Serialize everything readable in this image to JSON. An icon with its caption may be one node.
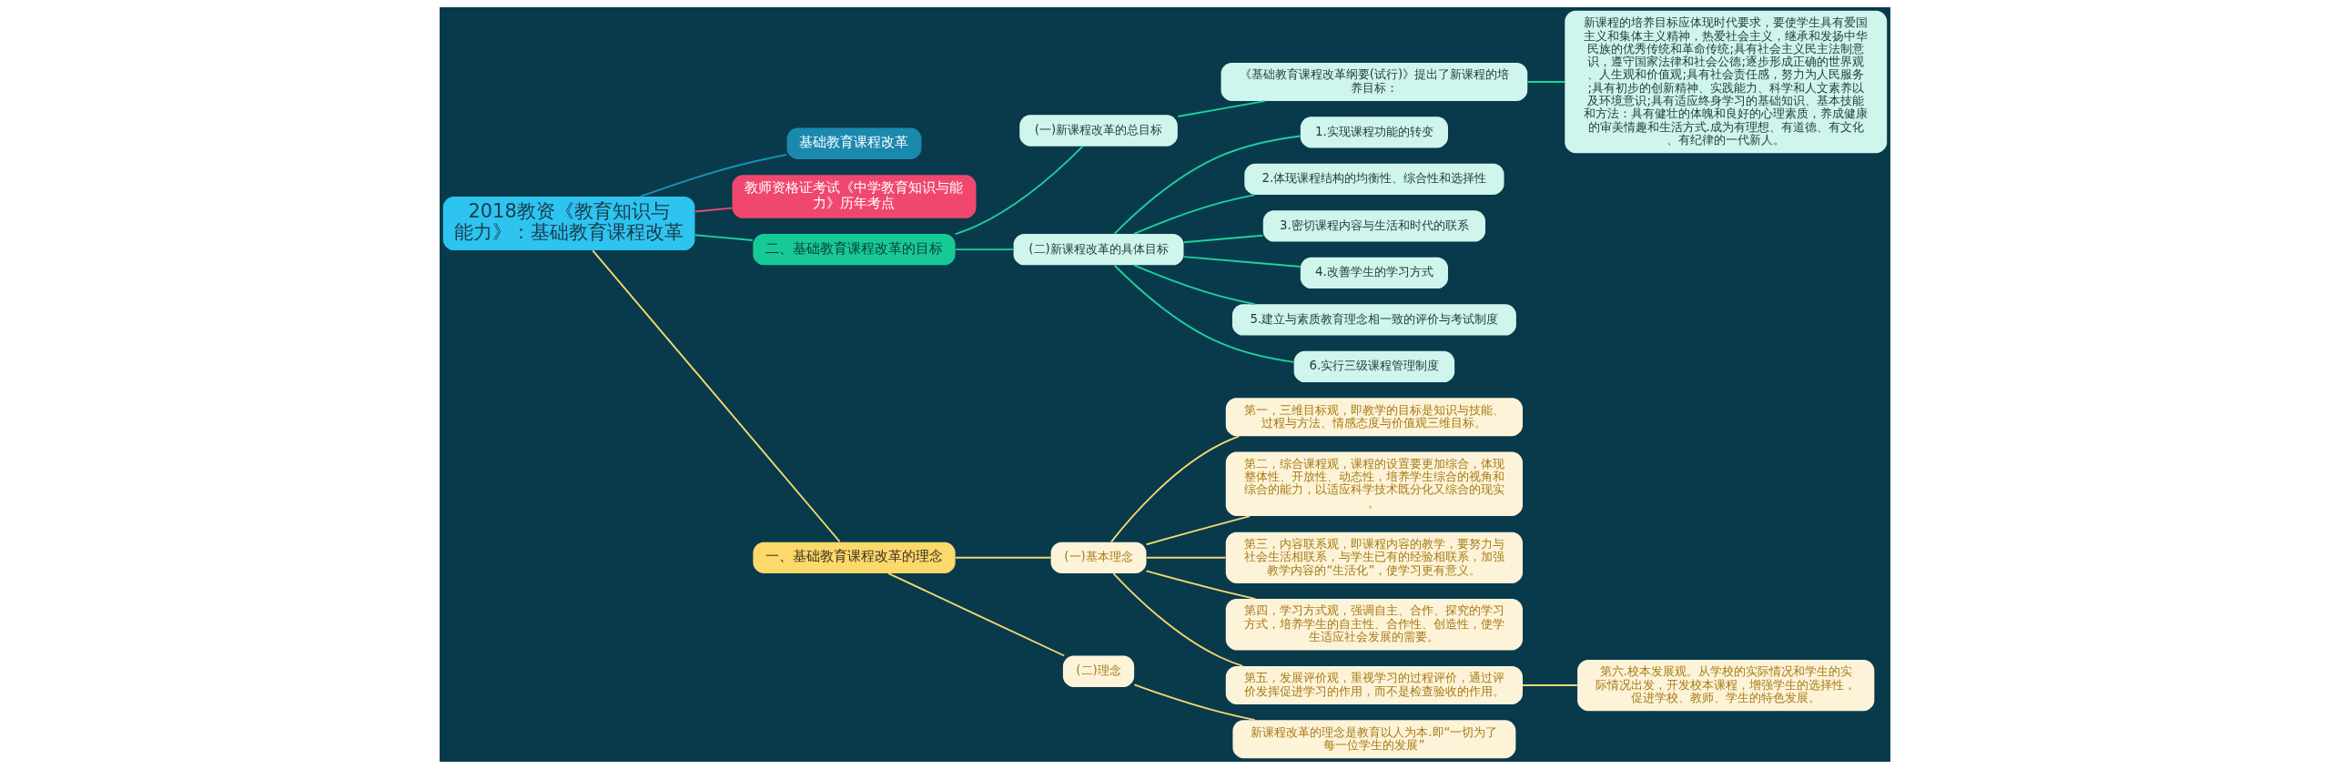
{
  "diagram": {
    "nodes": [
      {
        "text": [
          "2018教资《教育知识与能力》：基础教育课程改革"
        ]
      },
      {
        "text": [
          "基础教育课程改革"
        ]
      },
      {
        "text": [
          "教师资格证考试《中学教育知识与能力》历年考点"
        ]
      },
      {
        "text": [
          "二、基础教育课程改革的目标"
        ]
      },
      {
        "text": [
          "(一)新课程改革的总目标"
        ]
      },
      {
        "text": [
          "《基础教育课程改革纲要(试行)》提出了新课程的培养目标："
        ]
      },
      {
        "text": [
          "新课程的培养目标应体现时代要求，要使学生具有爱国主义和集体主义精神，热爱社会主义，继承和发扬中华民族的优秀传统和革命传统;具有社会主义民主法制意识，遵守国家法律和社会公德;逐步形成正确的世界观、人生观和价值观;具有社会责任感，努力为人民服务;具有初步的创新精神、实践能力、科学和人文素养以及环境意识;具有适应终身学习的基础知识、基本技能和方法：具有健壮的体魄和良好的心理素质，养成健康的审美情趣和生活方式.成为有理想、有道德、有文化、有纪律的一代新人。"
        ]
      },
      {
        "text": [
          "(二)新课程改革的具体目标"
        ]
      },
      {
        "text": [
          "1.实现课程功能的转变"
        ]
      },
      {
        "text": [
          "2.体现课程结构的均衡性、综合性和选择性"
        ]
      },
      {
        "text": [
          "3.密切课程内容与生活和时代的联系"
        ]
      },
      {
        "text": [
          "4.改善学生的学习方式"
        ]
      },
      {
        "text": [
          "5.建立与素质教育理念相一致的评价与考试制度"
        ]
      },
      {
        "text": [
          "6.实行三级课程管理制度"
        ]
      },
      {
        "text": [
          "一、基础教育课程改革的理念"
        ]
      },
      {
        "text": [
          "(一)基本理念"
        ]
      },
      {
        "text": [
          "第一，三维目标观，即教学的目标是知识与技能、过程与方法、情感态度与价值观三维目标。"
        ]
      },
      {
        "text": [
          "第二，综合课程观，课程的设置要更加综合，体现整体性、开放性、动态性，培养学生综合的视角和综合的能力，以适应科学技术既分化又综合的现实。"
        ]
      },
      {
        "text": [
          "第三，内容联系观，即课程内容的教学，要努力与社会生活相联系，与学生已有的经验相联系，加强教学内容的“生活化”，使学习更有意义。"
        ]
      },
      {
        "text": [
          "第四，学习方式观，强调自主、合作、探究的学习方式，培养学生的自主性、合作性、创造性，使学生适应社会发展的需要。"
        ]
      },
      {
        "text": [
          "第五，发展评价观，重视学习的过程评价，通过评价发挥促进学习的作用，而不是检查验收的作用。"
        ]
      },
      {
        "text": [
          "第六.校本发展观。从学校的实际情况和学生的实际情况出发，开发校本课程，增强学生的选择性，促进学校、教师、学生的特色发展。"
        ]
      },
      {
        "text": [
          "(二)理念"
        ]
      },
      {
        "text": [
          "新课程改革的理念是教育以人为本.即“一切为了每一位学生的发展”"
        ]
      }
    ],
    "edges": [
      {
        "from": 0,
        "to": 1,
        "arrow": "none",
        "color": "#1b8fb5"
      },
      {
        "from": 0,
        "to": 2,
        "arrow": "none",
        "color": "#f0476f"
      },
      {
        "from": 0,
        "to": 3,
        "arrow": "none"
      },
      {
        "from": 3,
        "to": 4,
        "arrow": "none"
      },
      {
        "from": 4,
        "to": 5,
        "arrow": "none"
      },
      {
        "from": 5,
        "to": 6,
        "arrow": "none"
      },
      {
        "from": 3,
        "to": 7,
        "arrow": "none"
      },
      {
        "from": 7,
        "to": 8,
        "arrow": "none"
      },
      {
        "from": 7,
        "to": 9,
        "arrow": "none"
      },
      {
        "from": 7,
        "to": 10,
        "arrow": "none"
      },
      {
        "from": 7,
        "to": 11,
        "arrow": "none"
      },
      {
        "from": 7,
        "to": 12,
        "arrow": "none"
      },
      {
        "from": 7,
        "to": 13,
        "arrow": "none"
      },
      {
        "from": 0,
        "to": 14,
        "arrow": "none",
        "color": "#f5d76e"
      },
      {
        "from": 14,
        "to": 15,
        "arrow": "none",
        "color": "#f5d76e"
      },
      {
        "from": 15,
        "to": 16,
        "arrow": "none",
        "color": "#f5d76e"
      },
      {
        "from": 15,
        "to": 17,
        "arrow": "none",
        "color": "#f5d76e"
      },
      {
        "from": 15,
        "to": 18,
        "arrow": "none",
        "color": "#f5d76e"
      },
      {
        "from": 15,
        "to": 19,
        "arrow": "none",
        "color": "#f5d76e"
      },
      {
        "from": 15,
        "to": 20,
        "arrow": "none",
        "color": "#f5d76e"
      },
      {
        "from": 20,
        "to": 21,
        "arrow": "none",
        "color": "#f5d76e"
      },
      {
        "from": 14,
        "to": 22,
        "arrow": "none",
        "color": "#f5d76e"
      },
      {
        "from": 22,
        "to": 23,
        "arrow": "none",
        "color": "#f5d76e"
      }
    ]
  }
}
